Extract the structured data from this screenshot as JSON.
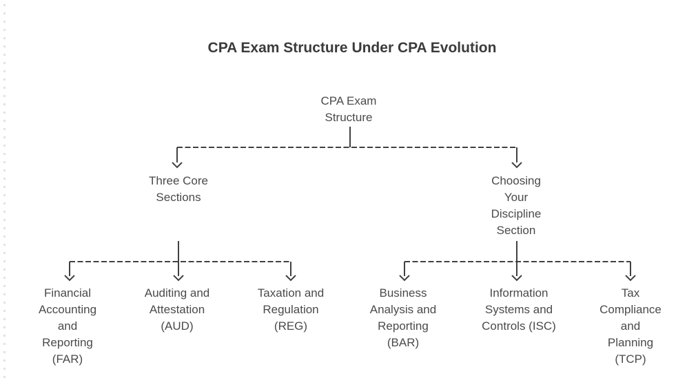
{
  "title": "CPA Exam Structure Under CPA Evolution",
  "diagram": {
    "root": {
      "label": "CPA Exam\nStructure"
    },
    "branches": [
      {
        "label": "Three Core\nSections",
        "children": [
          {
            "label": "Financial\nAccounting\nand\nReporting\n(FAR)"
          },
          {
            "label": "Auditing and\nAttestation\n(AUD)"
          },
          {
            "label": "Taxation and\nRegulation\n(REG)"
          }
        ]
      },
      {
        "label": "Choosing\nYour\nDiscipline\nSection",
        "children": [
          {
            "label": "Business\nAnalysis and\nReporting\n(BAR)"
          },
          {
            "label": "Information\nSystems and\nControls (ISC)"
          },
          {
            "label": "Tax\nCompliance\nand Planning\n(TCP)"
          }
        ]
      }
    ]
  },
  "colors": {
    "line": "#404040",
    "text": "#4a4a4a",
    "title": "#3b3b3b",
    "edge_dot": "#e2e2e2"
  }
}
